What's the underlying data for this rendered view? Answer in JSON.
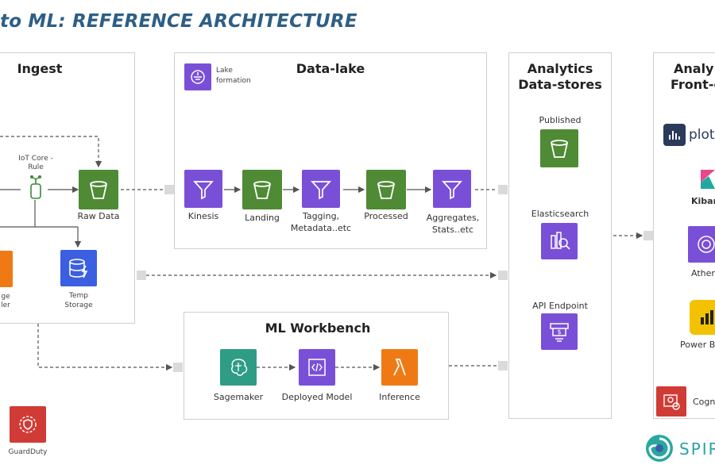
{
  "title": "to ML: REFERENCE ARCHITECTURE",
  "panels": {
    "ingest": "Ingest",
    "datalake": "Data-lake",
    "analytics_stores": [
      "Analytics",
      "Data-stores"
    ],
    "analytics_frontend": [
      "Analy",
      "Front-e"
    ],
    "ml_workbench": "ML Workbench"
  },
  "ingest": {
    "iot_rule": [
      "IoT Core -",
      "Rule"
    ],
    "raw_data": "Raw Data",
    "left_cut": [
      "ge",
      "ler"
    ],
    "temp_storage": [
      "Temp",
      "Storage"
    ]
  },
  "datalake": {
    "lake_formation": [
      "Lake",
      "formation"
    ],
    "kinesis": "Kinesis",
    "landing": "Landing",
    "tagging": [
      "Tagging,",
      "Metadata..etc"
    ],
    "processed": "Processed",
    "aggregates": [
      "Aggregates,",
      "Stats..etc"
    ]
  },
  "stores": {
    "published": "Published",
    "elasticsearch": "Elasticsearch",
    "api_endpoint": "API Endpoint"
  },
  "frontend": {
    "plotly": "plotl",
    "kibana": "Kibar",
    "athena": "Ather",
    "powerbi": "Power B",
    "cognito": "Cogn"
  },
  "ml": {
    "sagemaker": "Sagemaker",
    "deployed_model": "Deployed Model",
    "inference": "Inference"
  },
  "guardduty": "GuardDuty",
  "brand": "SPIRA"
}
